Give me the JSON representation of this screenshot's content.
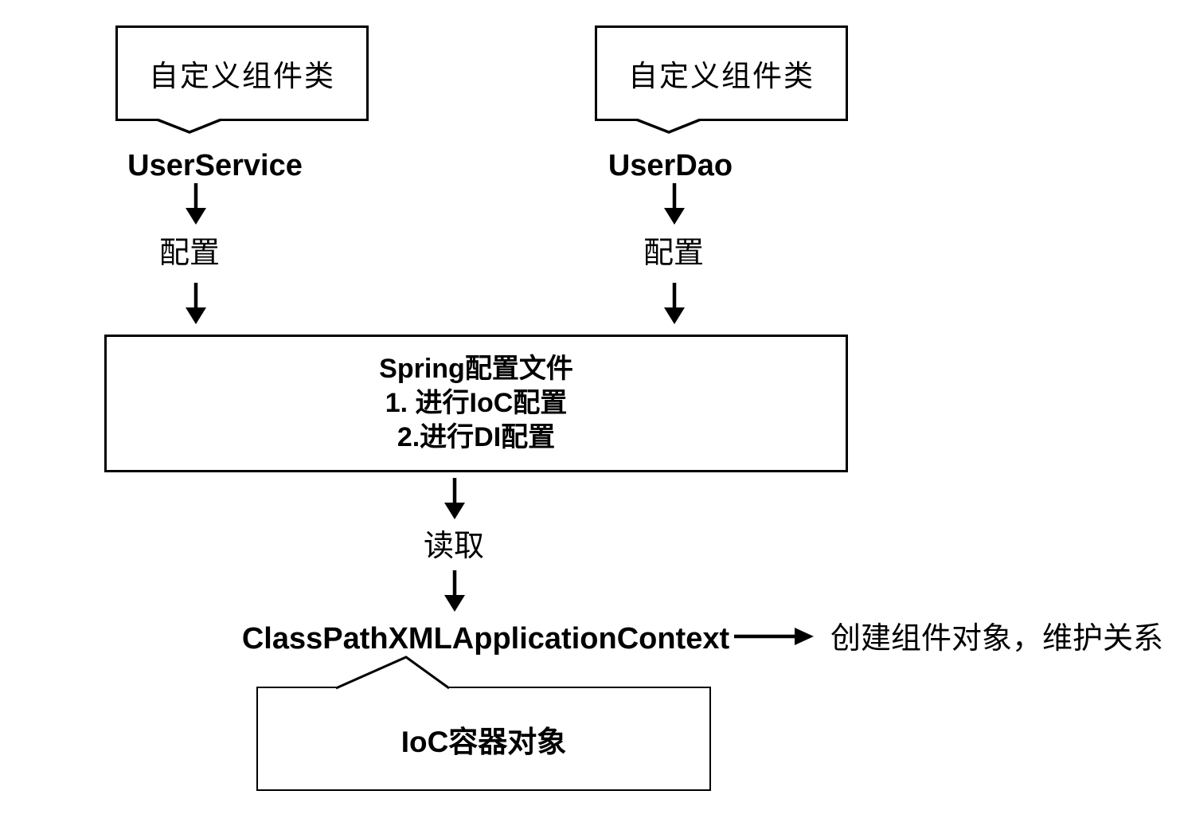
{
  "colors": {
    "ink": "#000000",
    "background": "#ffffff"
  },
  "diagram": {
    "component_left": {
      "box_label": "自定义组件类",
      "class_name": "UserService",
      "arrow_label": "配置"
    },
    "component_right": {
      "box_label": "自定义组件类",
      "class_name": "UserDao",
      "arrow_label": "配置"
    },
    "spring_box": {
      "title": "Spring配置文件",
      "item1": "1. 进行IoC配置",
      "item2": "2.进行DI配置"
    },
    "read_label": "读取",
    "context_class": "ClassPathXMLApplicationContext",
    "context_result": "创建组件对象，维护关系",
    "ioc_box": {
      "label": "IoC容器对象"
    }
  }
}
